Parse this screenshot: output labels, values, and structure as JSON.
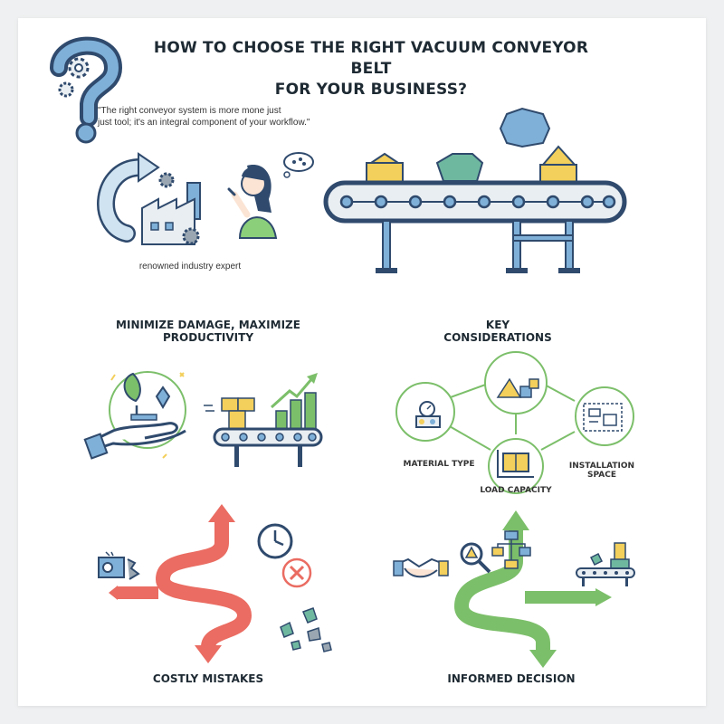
{
  "title_line1": "HOW TO CHOOSE THE RIGHT VACUUM CONVEYOR BELT",
  "title_line2": "FOR YOUR BUSINESS?",
  "quote_line1": "\"The right conveyor system is more mone just",
  "quote_line2": "just tool; it's an integral component of your workflow.\"",
  "expert_caption": "renowned industry expert",
  "section_productivity": "MINIMIZE DAMAGE, MAXIMIZE PRODUCTIVITY",
  "section_considerations": "KEY CONSIDERATIONS",
  "consideration_material": "MATERIAL TYPE",
  "consideration_load": "LOAD CAPACITY",
  "consideration_installation_1": "INSTALLATION",
  "consideration_installation_2": "SPACE",
  "section_mistakes": "COSTLY MISTAKES",
  "section_decision": "INFORMED DECISION",
  "colors": {
    "navy": "#2f4a6d",
    "blue": "#7fb0d8",
    "light_blue": "#cfe3f1",
    "green": "#7cbf6a",
    "yellow": "#f3cf5b",
    "teal": "#6fb8a0",
    "red": "#ea6c62"
  },
  "icons": [
    "question-mark-icon",
    "gear-icon",
    "cycle-arrow-icon",
    "factory-icon",
    "woman-pointing-icon",
    "speech-bubble-icon",
    "conveyor-icon",
    "hand-plant-icon",
    "growth-chart-icon",
    "scale-icon",
    "materials-icon",
    "box-icon",
    "floorplan-icon",
    "clock-icon",
    "error-x-icon",
    "broken-machine-icon",
    "debris-icon",
    "handshake-icon",
    "magnifier-icon",
    "flowchart-icon",
    "machine-icon"
  ]
}
